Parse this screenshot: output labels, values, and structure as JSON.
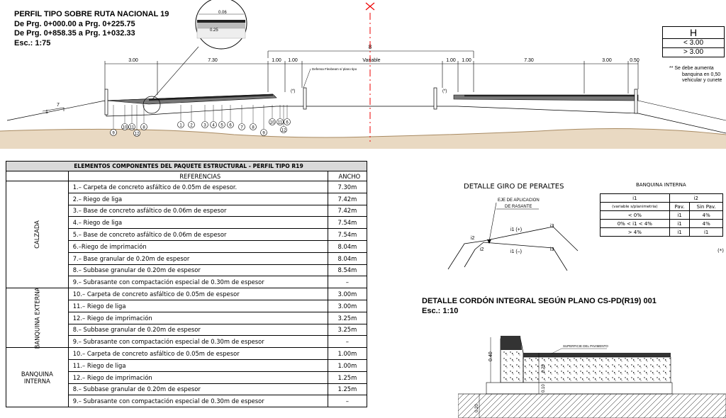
{
  "header": {
    "line1": "PERFIL TIPO SOBRE RUTA NACIONAL 19",
    "line2": "De Prg. 0+000.00 a Prg. 0+225.75",
    "line3": "De Prg. 0+858.35 a Prg. 1+032.33",
    "line4": "Esc.: 1:75"
  },
  "h_table": {
    "head": "H",
    "row1": "< 3.00",
    "row2": "> 3.00"
  },
  "note": {
    "line1": "**   Se debe aumenta",
    "line2": "banquina en 0,50",
    "line3": "vehicular y cunete"
  },
  "profile": {
    "top_dim": "8",
    "left_dims": [
      "3.00",
      "7.30",
      "1.00",
      "1.00"
    ],
    "center_dim": "Variable",
    "right_dims": [
      "1.00",
      "1.00",
      "7.30",
      "3.00",
      "0.50"
    ],
    "slope": "7",
    "slope_unit": "1",
    "defensa": "Defensa Flexbeam s/ plano tipo",
    "asterisk": "(*)",
    "detail_dims": [
      "0.06",
      "0.25"
    ],
    "callouts_left": [
      "9",
      "10",
      "11",
      "12",
      "8",
      "1",
      "2",
      "3",
      "4",
      "5",
      "6",
      "7",
      "8",
      "9",
      "10",
      "11",
      "12",
      "6"
    ]
  },
  "elements_table": {
    "title": "ELEMENTOS COMPONENTES DEL PAQUETE ESTRUCTURAL - PERFIL TIPO  R19",
    "col_ref": "REFERENCIAS",
    "col_width": "ANCHO",
    "groups": [
      {
        "name": "CALZADA",
        "rows": [
          {
            "ref": "1.–  Carpeta de concreto asfáltico de 0.05m de espesor.",
            "width": "7.30m"
          },
          {
            "ref": "2.–  Riego de liga",
            "width": "7.42m"
          },
          {
            "ref": "3.–  Base de concreto asfáltico de 0.06m de espesor",
            "width": "7.42m"
          },
          {
            "ref": "4.–  Riego de liga",
            "width": "7.54m"
          },
          {
            "ref": "5.–  Base de concreto asfáltico de 0.06m de espesor",
            "width": "7.54m"
          },
          {
            "ref": "6.–Riego de imprimación",
            "width": "8.04m"
          },
          {
            "ref": "7.–  Base granular de 0.20m de espesor",
            "width": "8.04m"
          },
          {
            "ref": "8.–  Subbase granular de 0.20m de espesor",
            "width": "8.54m"
          },
          {
            "ref": "9.–  Subrasante con compactación especial de 0.30m de espesor",
            "width": "–"
          }
        ]
      },
      {
        "name": "BANQUINA EXTERNA",
        "rows": [
          {
            "ref": "10.–  Carpeta de concreto asfáltico de 0.05m de espesor",
            "width": "3.00m"
          },
          {
            "ref": "11.–  Riego de liga",
            "width": "3.00m"
          },
          {
            "ref": "12.–  Riego de imprimación",
            "width": "3.25m"
          },
          {
            "ref": "8.–  Subbase granular de 0.20m de espesor",
            "width": "3.25m"
          },
          {
            "ref": "9.–  Subrasante con compactación especial de 0.30m de espesor",
            "width": "–"
          }
        ]
      },
      {
        "name_line1": "BANQUINA",
        "name_line2": "INTERNA",
        "rows": [
          {
            "ref": "10.–  Carpeta de concreto asfáltico de 0.05m de espesor",
            "width": "1.00m"
          },
          {
            "ref": "11.–  Riego de liga",
            "width": "1.00m"
          },
          {
            "ref": "12.–  Riego de imprimación",
            "width": "1.25m"
          },
          {
            "ref": "8.–  Subbase granular de 0.20m de espesor",
            "width": "1.25m"
          },
          {
            "ref": "9.–  Subrasante con compactación especial de 0.30m de espesor",
            "width": "–"
          }
        ]
      }
    ]
  },
  "peraltes": {
    "title": "DETALLE  GIRO  DE  PERALTES",
    "eje1": "EJE DE APLICACION",
    "eje2": "DE RASANTE",
    "i2_left": "i2",
    "i2_mid": "i2",
    "i1_plus": "i1 (+)",
    "i1_minus": "i1 (–)",
    "i3_top": "i3",
    "i3_bot": "i3"
  },
  "banquina_table": {
    "title": "BANQUINA  INTERNA",
    "h_i1": "i1",
    "h_i1_sub": "(variable s/planimetria)",
    "h_i2": "i2",
    "h_pav": "Pav.",
    "h_sinpav": "Sin Pav.",
    "rows": [
      {
        "c": "< 0%",
        "p": "i1",
        "s": "4%"
      },
      {
        "c": "0% < i1 < 4%",
        "p": "i1",
        "s": "4%"
      },
      {
        "c": "> 4%",
        "p": "i1",
        "s": "i1"
      }
    ],
    "footnote": "(*)"
  },
  "cordon": {
    "title": "DETALLE CORDÓN INTEGRAL SEGÚN PLANO CS-PD(R19) 001",
    "scale": "Esc.: 1:10",
    "sup_label": "SUPERFICIE DEL PAVIMENTO",
    "dims": [
      "0.40",
      "0.25",
      "0.10",
      "0.20"
    ]
  }
}
